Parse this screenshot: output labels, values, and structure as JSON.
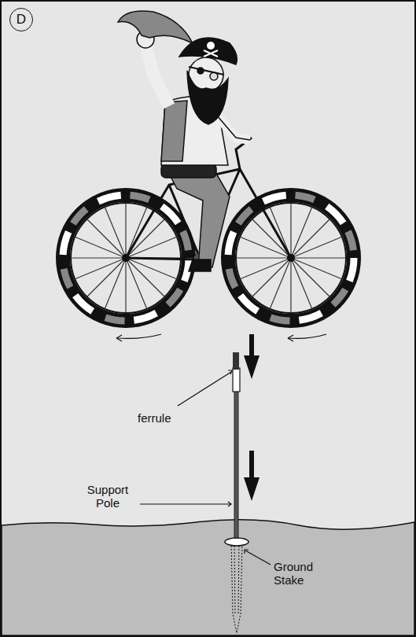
{
  "diagram": {
    "nodes": [
      {
        "text": [
          "D"
        ]
      }
    ],
    "labels": [
      "ferrule",
      "Support Pole",
      "Ground Stake"
    ]
  }
}
